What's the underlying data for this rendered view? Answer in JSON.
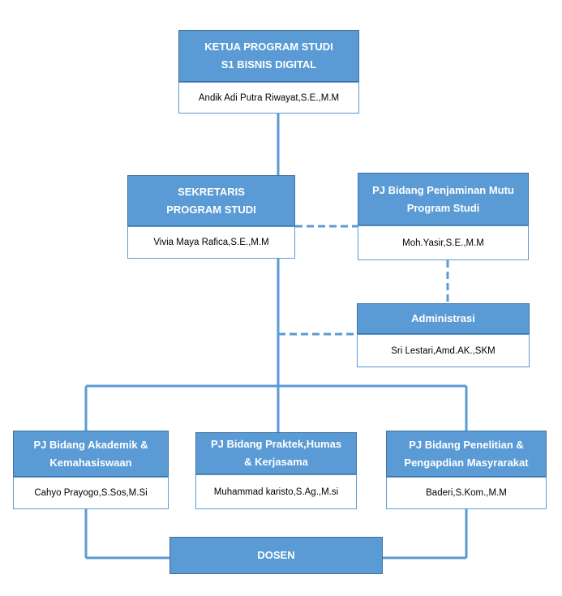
{
  "chart": {
    "ketua": {
      "title": "KETUA PROGRAM STUDI\nS1 BISNIS DIGITAL",
      "name": "Andik Adi Putra Riwayat,S.E.,M.M"
    },
    "sekretaris": {
      "title": "SEKRETARIS\nPROGRAM STUDI",
      "name": "Vivia Maya Rafica,S.E.,M.M"
    },
    "penjaminan_mutu": {
      "title": "PJ Bidang Penjaminan Mutu\nProgram Studi",
      "name": "Moh.Yasir,S.E.,M.M"
    },
    "administrasi": {
      "title": "Administrasi",
      "name": "Sri Lestari,Amd.AK.,SKM"
    },
    "akademik": {
      "title": "PJ Bidang Akademik &\nKemahasiswaan",
      "name": "Cahyo Prayogo,S.Sos,M.Si"
    },
    "praktek": {
      "title": "PJ Bidang Praktek,Humas\n& Kerjasama",
      "name": "Muhammad karisto,S.Ag.,M.si"
    },
    "penelitian": {
      "title": "PJ Bidang Penelitian &\nPengapdian Masyrarakat",
      "name": "Baderi,S.Kom.,M.M"
    },
    "dosen": {
      "title": "DOSEN"
    }
  },
  "colors": {
    "box_fill": "#5b9bd5",
    "box_border": "#41719c",
    "line": "#5b9bd5"
  }
}
